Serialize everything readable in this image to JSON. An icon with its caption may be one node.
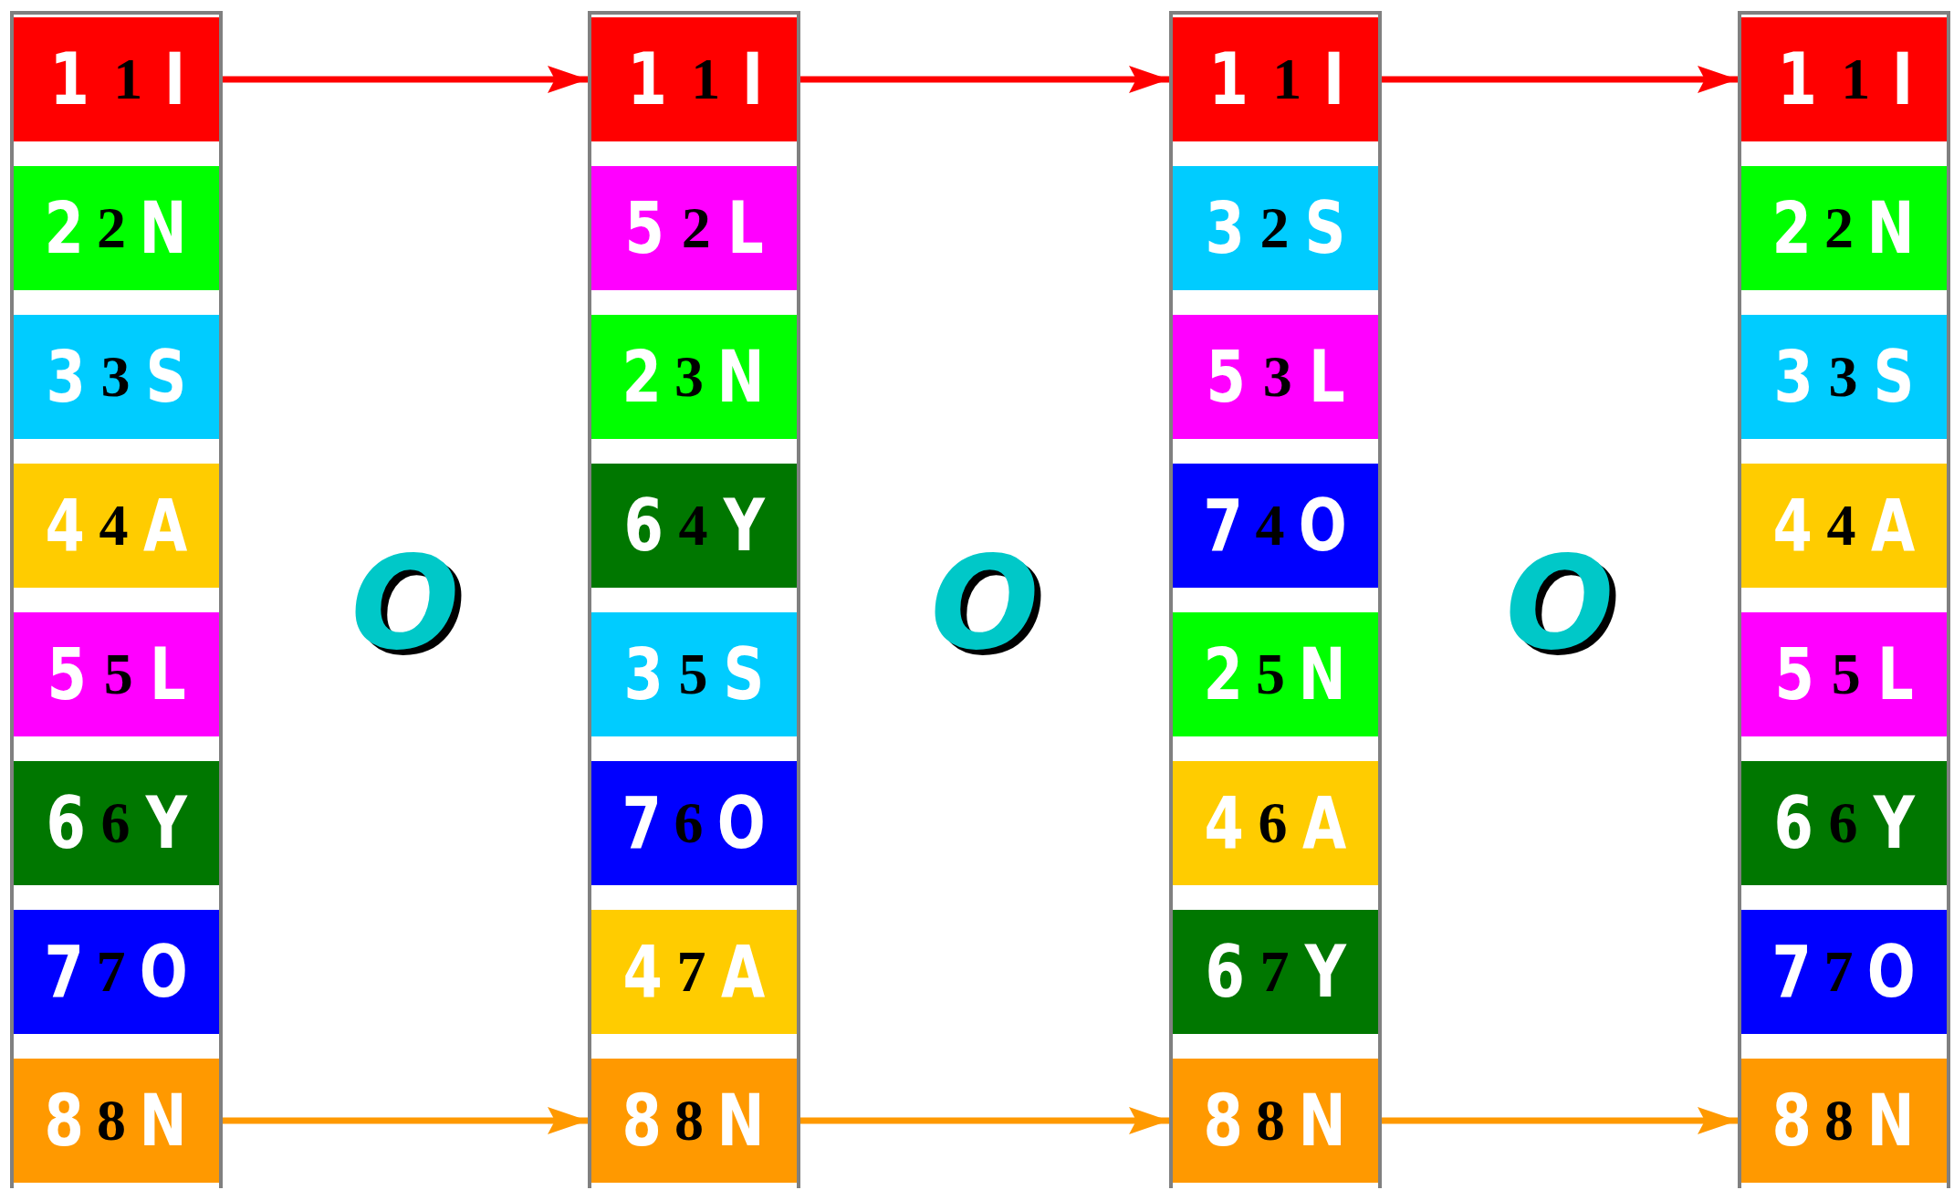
{
  "diagram": {
    "nodes": [
      {
        "text": [],
        "shape": "box"
      },
      {
        "text": [
          "1",
          "1",
          "I"
        ],
        "in": 0
      },
      {
        "text": [
          "2",
          "2",
          "N"
        ],
        "in": 0
      },
      {
        "text": [
          "3",
          "3",
          "S"
        ],
        "in": 0
      },
      {
        "text": [
          "4",
          "4",
          "A"
        ],
        "in": 0
      },
      {
        "text": [
          "5",
          "5",
          "L"
        ],
        "in": 0
      },
      {
        "text": [
          "6",
          "6",
          "Y"
        ],
        "in": 0
      },
      {
        "text": [
          "7",
          "7",
          "O"
        ],
        "in": 0
      },
      {
        "text": [
          "8",
          "8",
          "N"
        ],
        "in": 0
      },
      {
        "text": [],
        "shape": "box"
      },
      {
        "text": [
          "1",
          "1",
          "I"
        ],
        "in": 9
      },
      {
        "text": [
          "5",
          "2",
          "L"
        ],
        "in": 9
      },
      {
        "text": [
          "2",
          "3",
          "N"
        ],
        "in": 9
      },
      {
        "text": [
          "6",
          "4",
          "Y"
        ],
        "in": 9
      },
      {
        "text": [
          "3",
          "5",
          "S"
        ],
        "in": 9
      },
      {
        "text": [
          "7",
          "6",
          "O"
        ],
        "in": 9
      },
      {
        "text": [
          "4",
          "7",
          "A"
        ],
        "in": 9
      },
      {
        "text": [
          "8",
          "8",
          "N"
        ],
        "in": 9
      },
      {
        "text": [],
        "shape": "box"
      },
      {
        "text": [
          "1",
          "1",
          "I"
        ],
        "in": 18
      },
      {
        "text": [
          "3",
          "2",
          "S"
        ],
        "in": 18
      },
      {
        "text": [
          "5",
          "3",
          "L"
        ],
        "in": 18
      },
      {
        "text": [
          "7",
          "4",
          "O"
        ],
        "in": 18
      },
      {
        "text": [
          "2",
          "5",
          "N"
        ],
        "in": 18
      },
      {
        "text": [
          "4",
          "6",
          "A"
        ],
        "in": 18
      },
      {
        "text": [
          "6",
          "7",
          "Y"
        ],
        "in": 18
      },
      {
        "text": [
          "8",
          "8",
          "N"
        ],
        "in": 18
      },
      {
        "text": [],
        "shape": "box"
      },
      {
        "text": [
          "1",
          "1",
          "I"
        ],
        "in": 27
      },
      {
        "text": [
          "2",
          "2",
          "N"
        ],
        "in": 27
      },
      {
        "text": [
          "3",
          "3",
          "S"
        ],
        "in": 27
      },
      {
        "text": [
          "4",
          "4",
          "A"
        ],
        "in": 27
      },
      {
        "text": [
          "5",
          "5",
          "L"
        ],
        "in": 27
      },
      {
        "text": [
          "6",
          "6",
          "Y"
        ],
        "in": 27
      },
      {
        "text": [
          "7",
          "7",
          "O"
        ],
        "in": 27
      },
      {
        "text": [
          "8",
          "8",
          "N"
        ],
        "in": 27
      }
    ],
    "edges": [
      {
        "from": 1,
        "to": 10,
        "arrow": "to",
        "color": "#ff0000"
      },
      {
        "from": 10,
        "to": 19,
        "arrow": "to",
        "color": "#ff0000"
      },
      {
        "from": 19,
        "to": 28,
        "arrow": "to",
        "color": "#ff0000"
      },
      {
        "from": 8,
        "to": 17,
        "arrow": "to",
        "color": "#ff9900"
      },
      {
        "from": 17,
        "to": 26,
        "arrow": "to",
        "color": "#ff9900"
      },
      {
        "from": 26,
        "to": 35,
        "arrow": "to",
        "color": "#ff9900"
      }
    ],
    "labels": [
      "O",
      "O",
      "O"
    ]
  }
}
